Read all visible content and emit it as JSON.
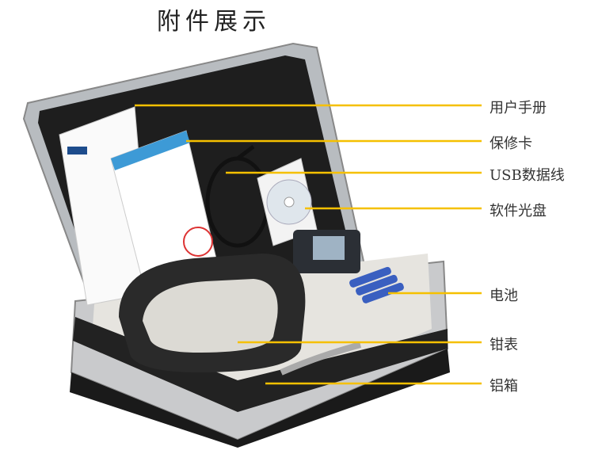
{
  "title": "附件展示",
  "accent_color": "#f5c000",
  "callouts": [
    {
      "label": "用户手册"
    },
    {
      "label": "保修卡"
    },
    {
      "label": "USB数据线"
    },
    {
      "label": "软件光盘"
    },
    {
      "label": "电池"
    },
    {
      "label": "钳表"
    },
    {
      "label": "铝箱"
    }
  ]
}
